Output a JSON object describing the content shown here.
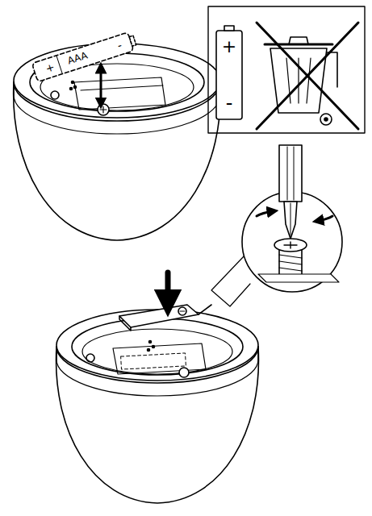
{
  "diagram": {
    "labels": [
      "+",
      "AAA",
      "-",
      "+",
      "-"
    ]
  }
}
